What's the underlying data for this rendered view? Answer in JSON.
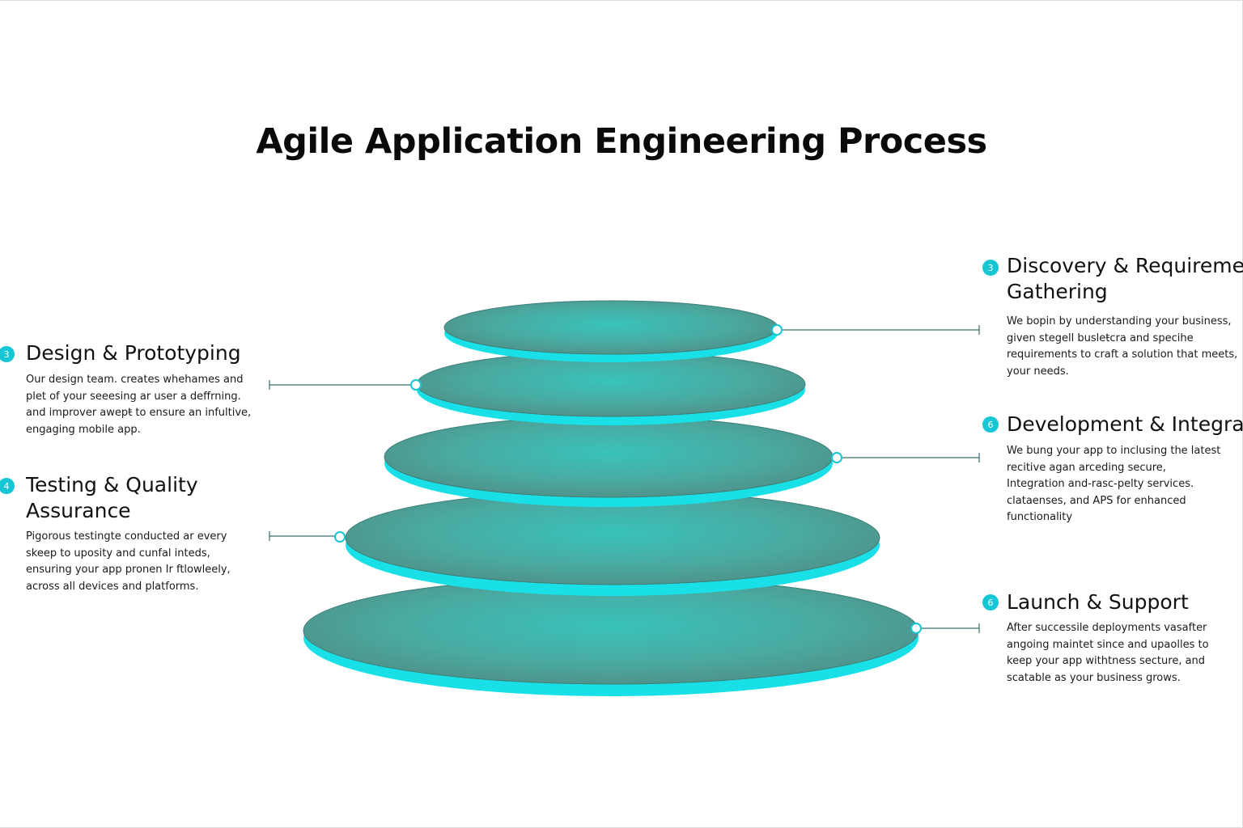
{
  "title": "Agile Application Engineering Process",
  "accent_color": "#16c6d4",
  "layer_color": "#4aa9a0",
  "stages": [
    {
      "badge": "3",
      "title_line1": "Discovery & Requirementi",
      "title_line2": "Gathering",
      "description": "We bopin by understanding your business, given stegell busleŧcra and specihe requirements to craft a solution that meets, your needs."
    },
    {
      "badge": "3",
      "title_line1": "Design & Prototyping",
      "title_line2": "",
      "description": "Our design team. creates whehames and plet of your seeesing ar user a deffrning. and improver awepŧ to ensure an infultive, engaging mobile app."
    },
    {
      "badge": "6",
      "title_line1": "Development & Integratic",
      "title_line2": "",
      "description": "We bung your app to inclusing the latest recitive agan arceding secure, Integration and-rasc-pelty services. clataenses, and APS for enhanced functionality"
    },
    {
      "badge": "4",
      "title_line1": "Testing & Quality",
      "title_line2": "Assurance",
      "description": "Pigorous testingte conducted ar every skeep to uposity and cunfal inteds, ensuring your app pronen Ir ftlowleely, across all devices and platforms."
    },
    {
      "badge": "6",
      "title_line1": "Launch & Support",
      "title_line2": "",
      "description": "After successile deployments vasafter angoing maintet since and upaolles to keep your app withtness secture, and scatable as your business grows."
    }
  ]
}
